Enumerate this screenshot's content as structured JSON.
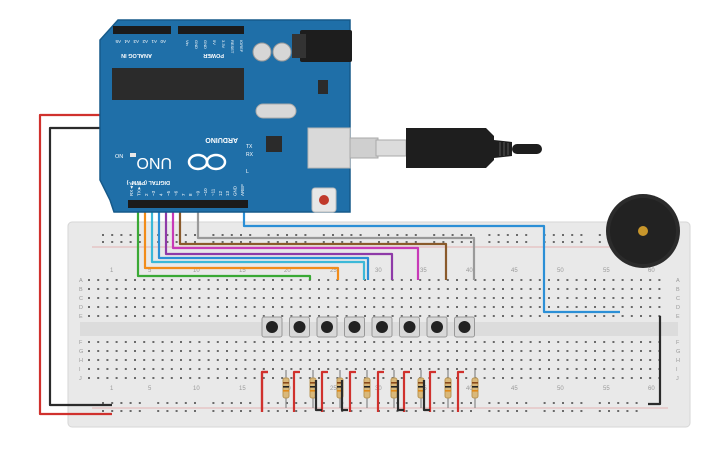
{
  "arduino": {
    "brand": "ARDUINO",
    "model": "UNO",
    "logo": "infinity-logo",
    "power_label": "POWER",
    "analog_label": "ANALOG IN",
    "digital_label": "DIGITAL (PWM~)",
    "power_pins": [
      "IOREF",
      "RESET",
      "3.3V",
      "5V",
      "GND",
      "GND",
      "Vin"
    ],
    "analog_pins": [
      "A0",
      "A1",
      "A2",
      "A3",
      "A4",
      "A5"
    ],
    "digital_pins": [
      "RX◄0",
      "TX►1",
      "2",
      "~3",
      "4",
      "~5",
      "~6",
      "7",
      "8",
      "~9",
      "~10",
      "~11",
      "12",
      "13",
      "GND",
      "AREF"
    ],
    "led_labels": {
      "on": "ON",
      "tx": "TX",
      "rx": "RX",
      "l": "L"
    },
    "colors": {
      "board": "#1f6fa8",
      "board_edge": "#165a8a",
      "chip": "#2b2b2b",
      "reset": "#c0392b"
    }
  },
  "usb_cable": {
    "icon": "usb-plug-icon"
  },
  "breadboard": {
    "column_numbers_top": [
      "1",
      "5",
      "10",
      "15",
      "20",
      "25",
      "30",
      "35",
      "40",
      "45",
      "50",
      "55",
      "60"
    ],
    "column_numbers_bottom": [
      "1",
      "5",
      "10",
      "15",
      "20",
      "25",
      "30",
      "35",
      "40",
      "45",
      "50",
      "55",
      "60"
    ],
    "row_letters_left_top": [
      "A",
      "B",
      "C",
      "D",
      "E"
    ],
    "row_letters_left_bottom": [
      "F",
      "G",
      "H",
      "I",
      "J"
    ],
    "row_letters_right_top": [
      "A",
      "B",
      "C",
      "D",
      "E"
    ],
    "row_letters_right_bottom": [
      "F",
      "G",
      "H",
      "I",
      "J"
    ]
  },
  "components": {
    "push_buttons": 8,
    "resistors": 8,
    "buzzer_icon": "piezo-buzzer-icon"
  },
  "wire_colors": {
    "red": "#d0312d",
    "black": "#2b2b2b",
    "green": "#3aa935",
    "orange": "#f28c1a",
    "cyan": "#3bb8d8",
    "blue": "#2b8fd6",
    "purple": "#8e3aa8",
    "magenta": "#c83ab8",
    "brown": "#8a5a2b",
    "gray": "#9a9a9a"
  }
}
